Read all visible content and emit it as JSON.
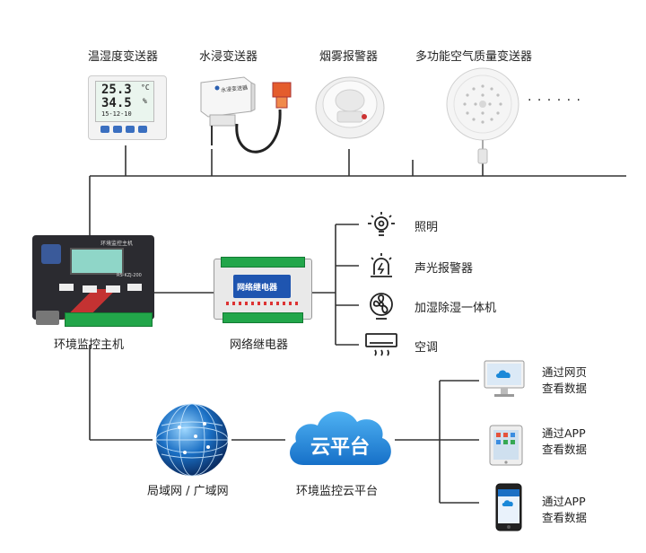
{
  "sensors": [
    {
      "label": "温湿度变送器",
      "readings": [
        "25.3",
        "34.5"
      ],
      "units": [
        "°C",
        "%"
      ],
      "date": "15-12-10"
    },
    {
      "label": "水浸变送器",
      "sticker": "水浸变送器"
    },
    {
      "label": "烟雾报警器"
    },
    {
      "label": "多功能空气质量变送器"
    }
  ],
  "more_dots": "· · · · · ·",
  "controller": {
    "label": "环境监控主机",
    "faceplate": "环境监控主机",
    "model": "RS-KZJ-200"
  },
  "relay": {
    "label": "网络继电器",
    "badge": "网络继电器"
  },
  "outputs": [
    {
      "label": "照明",
      "icon": "light-bulb-icon"
    },
    {
      "label": "声光报警器",
      "icon": "alarm-siren-icon"
    },
    {
      "label": "加湿除湿一体机",
      "icon": "fan-icon"
    },
    {
      "label": "空调",
      "icon": "air-conditioner-icon"
    }
  ],
  "network": {
    "label": "局域网 / 广域网"
  },
  "cloud": {
    "text": "云平台",
    "label": "环境监控云平台"
  },
  "clients": [
    {
      "line1": "通过网页",
      "line2": "查看数据",
      "icon": "desktop-monitor-icon"
    },
    {
      "line1": "通过APP",
      "line2": "查看数据",
      "icon": "tablet-icon"
    },
    {
      "line1": "通过APP",
      "line2": "查看数据",
      "icon": "smartphone-icon"
    }
  ],
  "colors": {
    "line": "#333333",
    "cloud": "#1a88d8",
    "globe": "#1a6fc4",
    "green": "#22a64a",
    "red": "#e23b3b"
  }
}
